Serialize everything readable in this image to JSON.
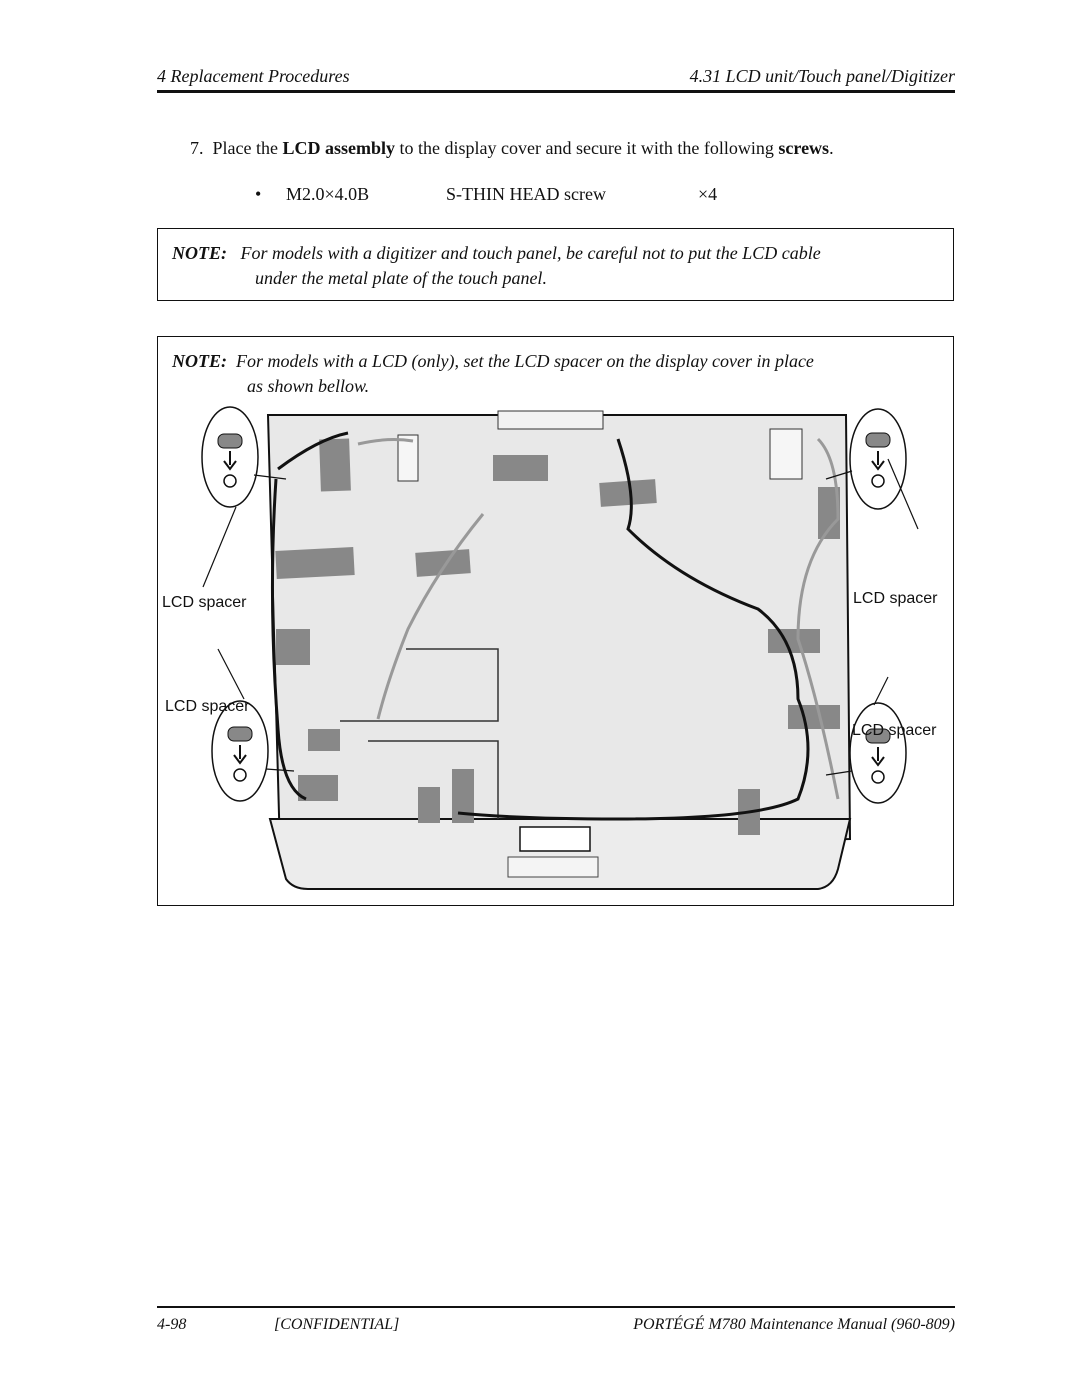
{
  "header": {
    "left": "4 Replacement Procedures",
    "right": "4.31 LCD unit/Touch panel/Digitizer"
  },
  "step": {
    "number": "7.",
    "text_1": "Place the ",
    "bold_1": "LCD assembly",
    "text_2": " to the display cover and secure it with the following ",
    "bold_2": "screws",
    "text_3": "."
  },
  "screw_item": {
    "bullet": "•",
    "size": "M2.0×4.0B",
    "type": "S-THIN HEAD screw",
    "qty": "×4"
  },
  "note1": {
    "label": "NOTE:",
    "line1": "For models with a digitizer and touch panel, be careful not to put the LCD cable",
    "line2": "under the metal plate of the touch panel."
  },
  "note2": {
    "label": "NOTE:",
    "line1": "For models with a LCD (only), set the LCD spacer on the display cover in place",
    "line2": "as shown bellow."
  },
  "figure": {
    "callout_top_left": "LCD spacer",
    "callout_top_right": "LCD spacer",
    "callout_bottom_left": "LCD spacer",
    "callout_bottom_right": "LCD spacer"
  },
  "footer": {
    "page": "4-98",
    "confidential": "[CONFIDENTIAL]",
    "manual": "PORTÉGÉ M780 Maintenance Manual (960-809)"
  }
}
